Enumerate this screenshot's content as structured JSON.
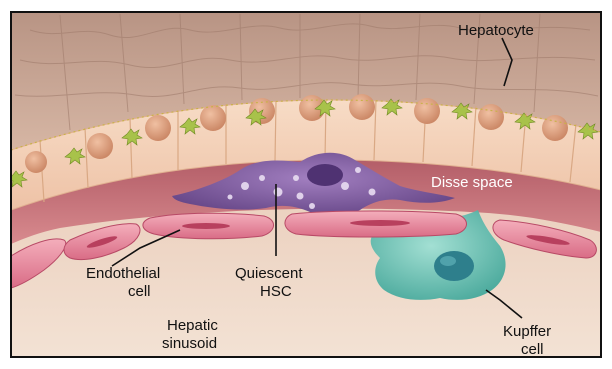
{
  "labels": {
    "hepatocyte": "Hepatocyte",
    "disse": "Disse space",
    "endothelial_1": "Endothelial",
    "endothelial_2": "cell",
    "hsc_1": "Quiescent",
    "hsc_2": "HSC",
    "sinusoid_1": "Hepatic",
    "sinusoid_2": "sinusoid",
    "kupffer_1": "Kupffer",
    "kupffer_2": "cell"
  },
  "colors": {
    "hepatocyte_top": "#c8a99a",
    "hepatocyte_cell": "#f4d2b8",
    "nucleus": "#d99a78",
    "disse": "#c9727a",
    "endothelial": "#e78aa0",
    "hsc": "#7d5a9e",
    "kupffer": "#6cc6b8",
    "sinusoid": "#e9cdb8",
    "border": "#111111"
  }
}
